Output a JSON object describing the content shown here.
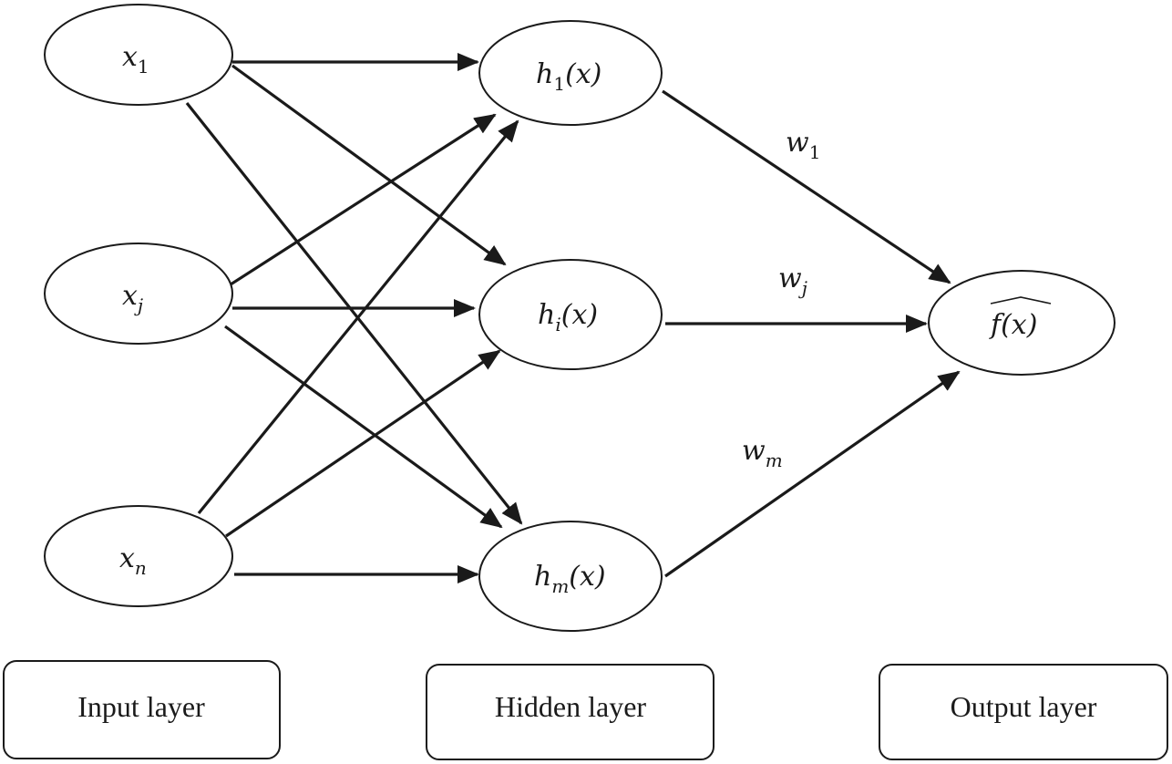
{
  "nodes": {
    "x1": {
      "base": "x",
      "sub": "1"
    },
    "xj": {
      "base": "x",
      "sub": "j"
    },
    "xn": {
      "base": "x",
      "sub": "n"
    },
    "h1": {
      "base": "h",
      "sub": "1",
      "arg": "(x)"
    },
    "hi": {
      "base": "h",
      "sub": "i",
      "arg": "(x)"
    },
    "hm": {
      "base": "h",
      "sub": "m",
      "arg": "(x)"
    },
    "out": {
      "text": "f(x)"
    }
  },
  "weights": {
    "w1": {
      "base": "w",
      "sub": "1"
    },
    "wj": {
      "base": "w",
      "sub": "j"
    },
    "wm": {
      "base": "w",
      "sub": "m"
    }
  },
  "layers": {
    "input": "Input layer",
    "hidden": "Hidden layer",
    "output": "Output layer"
  },
  "colors": {
    "stroke": "#1a1a1a",
    "background": "#ffffff"
  }
}
